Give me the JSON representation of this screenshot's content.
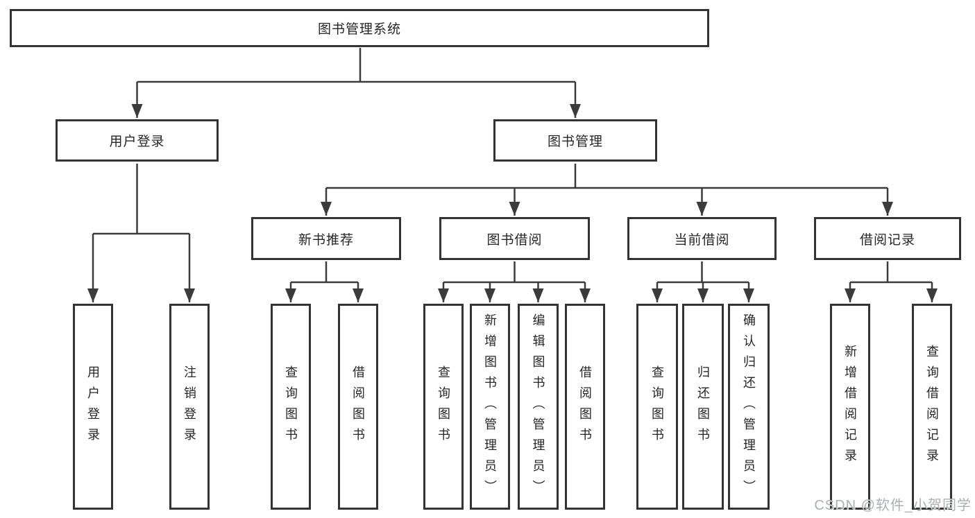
{
  "diagram": {
    "root": {
      "label": "图书管理系统"
    },
    "level1": {
      "user_login": {
        "label": "用户登录"
      },
      "book_mgmt": {
        "label": "图书管理"
      }
    },
    "level2": {
      "new_book_rec": {
        "label": "新书推荐"
      },
      "book_borrow": {
        "label": "图书借阅"
      },
      "current_borrow": {
        "label": "当前借阅"
      },
      "borrow_record": {
        "label": "借阅记录"
      }
    },
    "leaves": {
      "user_login": {
        "label": "用户登录"
      },
      "logout": {
        "label": "注销登录"
      },
      "rec_query_book": {
        "label": "查询图书"
      },
      "rec_borrow_book": {
        "label": "借阅图书"
      },
      "borrow_query_book": {
        "label": "查询图书"
      },
      "borrow_add_book": {
        "label": "新增图书（管理员）"
      },
      "borrow_edit_book": {
        "label": "编辑图书（管理员）"
      },
      "borrow_borrow_book": {
        "label": "借阅图书"
      },
      "current_query_book": {
        "label": "查询图书"
      },
      "current_return_book": {
        "label": "归还图书"
      },
      "current_confirm_return": {
        "label": "确认归还（管理员）"
      },
      "record_add": {
        "label": "新增借阅记录"
      },
      "record_query": {
        "label": "查询借阅记录"
      }
    },
    "watermark": "CSDN @软件_小贺同学",
    "colors": {
      "line": "#3b3b3b",
      "box_border": "#333333",
      "text": "#262626",
      "background": "#ffffff",
      "watermark": "#abafb5"
    }
  }
}
